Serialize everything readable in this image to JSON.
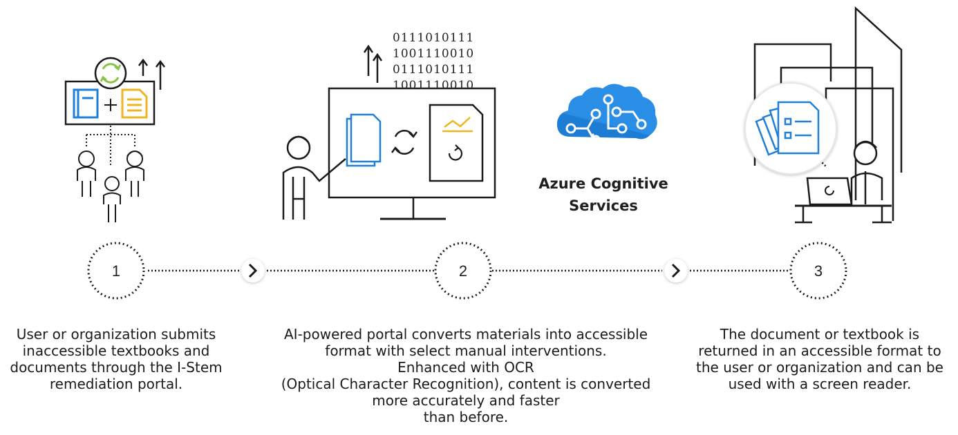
{
  "azure_label": {
    "line1": "Azure Cognitive",
    "line2": "Services"
  },
  "binary_text": [
    "0111010111",
    "1001110010",
    "0111010111",
    "1001110010"
  ],
  "steps": [
    {
      "number": "1",
      "caption_lines": [
        "User or organization submits",
        "inaccessible textbooks and",
        "documents through the I-Stem",
        "remediation portal."
      ]
    },
    {
      "number": "2",
      "caption_lines": [
        "AI-powered portal converts materials into accessible",
        "format with select manual interventions.",
        "Enhanced with OCR",
        "(Optical Character Recognition), content is converted",
        "more accurately and faster",
        "than before."
      ]
    },
    {
      "number": "3",
      "caption_lines": [
        "The document or textbook is",
        "returned in an accessible format to",
        "the user or organization and can be",
        "used with a screen reader."
      ]
    }
  ],
  "colors": {
    "line": "#1a1a1a",
    "blue": "#1f7fd8",
    "yellow": "#f0b323",
    "green": "#8bc34a",
    "azure_blue": "#2a8ee6",
    "azure_dark": "#0a5cad"
  },
  "icons": [
    "books-plus-document-icon",
    "people-group-icon",
    "presenter-monitor-icon",
    "azure-brain-icon",
    "person-laptop-icon",
    "documents-circle-icon",
    "chevron-right-icon"
  ]
}
